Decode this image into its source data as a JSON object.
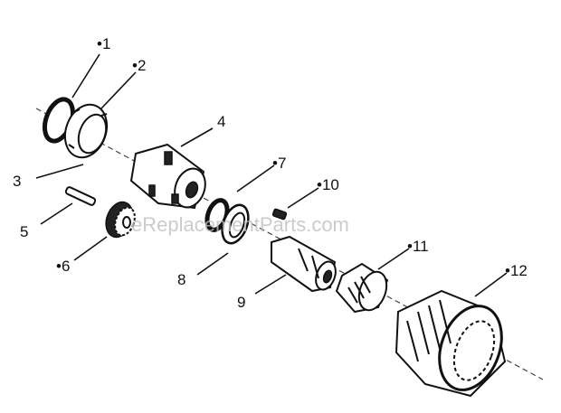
{
  "watermark": "eReplacementParts.com",
  "callouts": [
    {
      "id": "1",
      "text": "•1"
    },
    {
      "id": "2",
      "text": "•2"
    },
    {
      "id": "3",
      "text": "3"
    },
    {
      "id": "4",
      "text": "4"
    },
    {
      "id": "5",
      "text": "5"
    },
    {
      "id": "6",
      "text": "•6"
    },
    {
      "id": "7",
      "text": "•7"
    },
    {
      "id": "8",
      "text": "8"
    },
    {
      "id": "9",
      "text": "9"
    },
    {
      "id": "10",
      "text": "•10"
    },
    {
      "id": "11",
      "text": "•11"
    },
    {
      "id": "12",
      "text": "•12"
    }
  ]
}
